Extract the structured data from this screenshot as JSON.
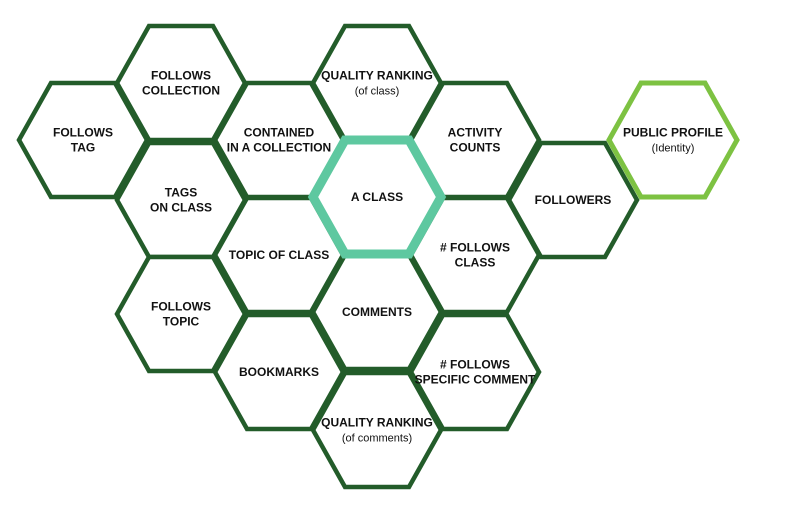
{
  "colors": {
    "dark_green": "#235c2a",
    "center_teal": "#5ec8a0",
    "light_green": "#7dc242",
    "background": "#ffffff",
    "text": "#111111"
  },
  "hexagons": [
    {
      "id": "follows-tag",
      "lines": [
        "FOLLOWS",
        "TAG"
      ],
      "sub": "",
      "style": "dark"
    },
    {
      "id": "follows-collection",
      "lines": [
        "FOLLOWS",
        "COLLECTION"
      ],
      "sub": "",
      "style": "dark"
    },
    {
      "id": "tags-on-class",
      "lines": [
        "TAGS",
        "ON CLASS"
      ],
      "sub": "",
      "style": "dark"
    },
    {
      "id": "follows-topic",
      "lines": [
        "FOLLOWS",
        "TOPIC"
      ],
      "sub": "",
      "style": "dark"
    },
    {
      "id": "quality-ranking-class",
      "lines": [
        "QUALITY RANKING"
      ],
      "sub": "(of class)",
      "style": "dark"
    },
    {
      "id": "contained-in-collection",
      "lines": [
        "CONTAINED",
        "IN A COLLECTION"
      ],
      "sub": "",
      "style": "dark"
    },
    {
      "id": "topic-of-class",
      "lines": [
        "TOPIC OF CLASS"
      ],
      "sub": "",
      "style": "dark"
    },
    {
      "id": "bookmarks",
      "lines": [
        "BOOKMARKS"
      ],
      "sub": "",
      "style": "dark"
    },
    {
      "id": "a-class",
      "lines": [
        "A CLASS"
      ],
      "sub": "",
      "style": "center"
    },
    {
      "id": "comments",
      "lines": [
        "COMMENTS"
      ],
      "sub": "",
      "style": "dark"
    },
    {
      "id": "quality-ranking-comments",
      "lines": [
        "QUALITY RANKING"
      ],
      "sub": "(of comments)",
      "style": "dark"
    },
    {
      "id": "activity-counts",
      "lines": [
        "ACTIVITY",
        "COUNTS"
      ],
      "sub": "",
      "style": "dark"
    },
    {
      "id": "follows-class",
      "lines": [
        "# FOLLOWS",
        "CLASS"
      ],
      "sub": "",
      "style": "dark"
    },
    {
      "id": "follows-specific-comment",
      "lines": [
        "# FOLLOWS",
        "SPECIFIC COMMENT"
      ],
      "sub": "",
      "style": "dark"
    },
    {
      "id": "followers",
      "lines": [
        "FOLLOWERS"
      ],
      "sub": "",
      "style": "dark"
    },
    {
      "id": "public-profile",
      "lines": [
        "PUBLIC PROFILE"
      ],
      "sub": "(Identity)",
      "style": "light"
    }
  ]
}
